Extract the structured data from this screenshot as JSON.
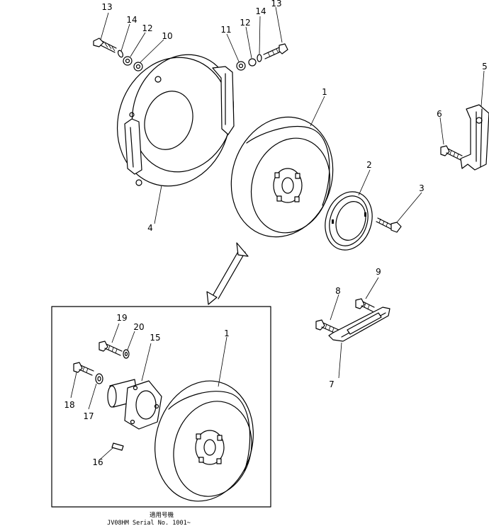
{
  "callouts": {
    "c1_top": "1",
    "c2": "2",
    "c3": "3",
    "c4": "4",
    "c5": "5",
    "c6": "6",
    "c7": "7",
    "c8": "8",
    "c9": "9",
    "c10": "10",
    "c11": "11",
    "c12_left": "12",
    "c12_right": "12",
    "c13_left": "13",
    "c13_right": "13",
    "c14_left": "14",
    "c14_right": "14",
    "c1_inset": "1",
    "c15": "15",
    "c16": "16",
    "c17": "17",
    "c18": "18",
    "c19": "19",
    "c20": "20"
  },
  "caption": {
    "applicability": "適用号機",
    "serial": "JV08HM  Serial  No.  1001~"
  }
}
